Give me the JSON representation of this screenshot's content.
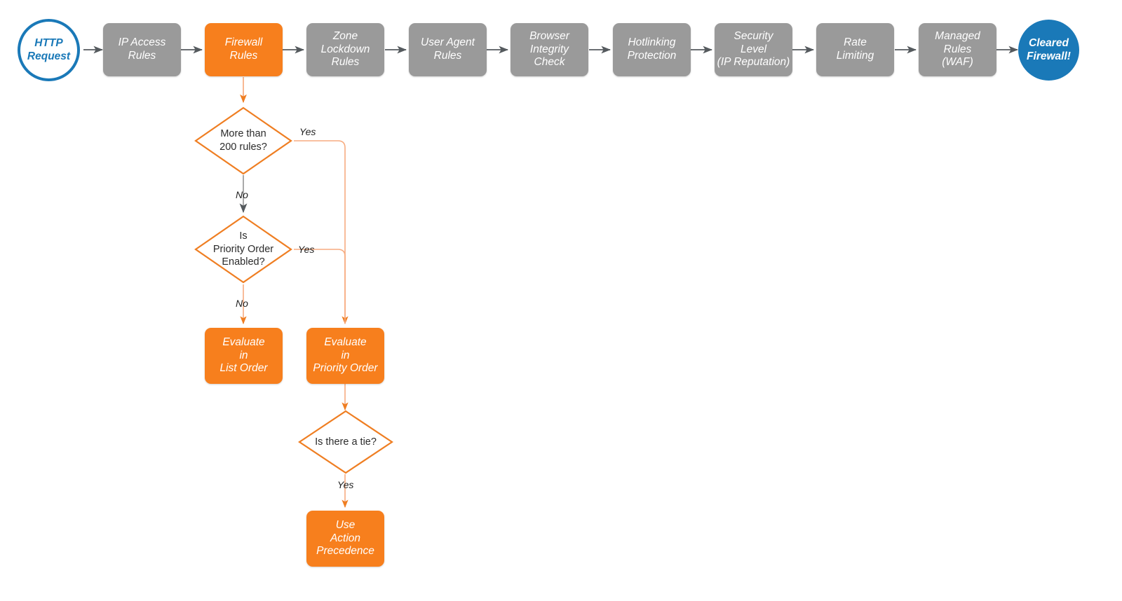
{
  "diagram": {
    "title": "Cloudflare firewall rules evaluation order flowchart",
    "colors": {
      "gray_fill": "#9a9a9a",
      "orange_fill": "#f77f1d",
      "orange_stroke": "#ef7e22",
      "orange_light_edge": "#f7ac80",
      "blue": "#1a79b8",
      "gray_edge": "#555a5e",
      "text_dark": "#2b2b2b",
      "background": "#ffffff"
    }
  },
  "pipeline": {
    "start": {
      "label": "HTTP\nRequest",
      "shape": "circle-outline"
    },
    "steps": [
      {
        "id": "ip-access-rules",
        "label": "IP Access\nRules",
        "color": "gray"
      },
      {
        "id": "firewall-rules",
        "label": "Firewall\nRules",
        "color": "orange"
      },
      {
        "id": "zone-lockdown-rules",
        "label": "Zone\nLockdown\nRules",
        "color": "gray"
      },
      {
        "id": "user-agent-rules",
        "label": "User Agent\nRules",
        "color": "gray"
      },
      {
        "id": "browser-integrity",
        "label": "Browser\nIntegrity\nCheck",
        "color": "gray"
      },
      {
        "id": "hotlinking",
        "label": "Hotlinking\nProtection",
        "color": "gray"
      },
      {
        "id": "security-level",
        "label": "Security\nLevel\n(IP Reputation)",
        "color": "gray"
      },
      {
        "id": "rate-limiting",
        "label": "Rate\nLimiting",
        "color": "gray"
      },
      {
        "id": "managed-rules",
        "label": "Managed\nRules\n(WAF)",
        "color": "gray"
      }
    ],
    "end": {
      "label": "Cleared\nFirewall!",
      "shape": "circle-filled"
    }
  },
  "branch": {
    "decisions": [
      {
        "id": "more-than-200-rules",
        "label": "More than\n200 rules?"
      },
      {
        "id": "priority-order-enabled",
        "label": "Is\nPriority Order\nEnabled?"
      },
      {
        "id": "is-there-a-tie",
        "label": "Is there a tie?"
      }
    ],
    "outcomes": [
      {
        "id": "evaluate-list-order",
        "label": "Evaluate\nin\nList Order",
        "color": "orange"
      },
      {
        "id": "evaluate-priority-order",
        "label": "Evaluate\nin\nPriority Order",
        "color": "orange"
      },
      {
        "id": "use-action-precedence",
        "label": "Use\nAction\nPrecedence",
        "color": "orange"
      }
    ],
    "edge_labels": {
      "yes_200": "Yes",
      "no_200": "No",
      "yes_priority": "Yes",
      "no_priority": "No",
      "yes_tie": "Yes"
    }
  }
}
